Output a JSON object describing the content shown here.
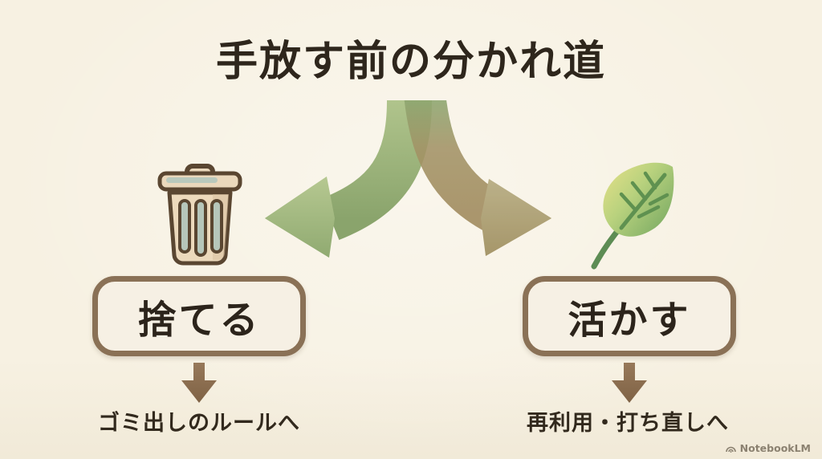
{
  "title": "手放す前の分かれ道",
  "fork": {
    "type": "branching-arrow",
    "left_color_light": "#b0c48c",
    "left_color_dark": "#8aa46c",
    "right_color_light": "#b3a87c",
    "right_color_dark": "#9b8a59"
  },
  "branches": {
    "left": {
      "icon": "trash-can",
      "label": "捨てる",
      "destination": "ゴミ出しのルールへ"
    },
    "right": {
      "icon": "leaf",
      "label": "活かす",
      "destination": "再利用・打ち直しへ"
    }
  },
  "watermark": {
    "label": "NotebookLM"
  },
  "colors": {
    "background": "#f7f1e2",
    "title_text": "#2e261c",
    "box_border": "#8a7156",
    "box_fill": "#f6f0e4",
    "down_arrow": "#8a6e4d",
    "watermark_text": "#8b8170"
  }
}
